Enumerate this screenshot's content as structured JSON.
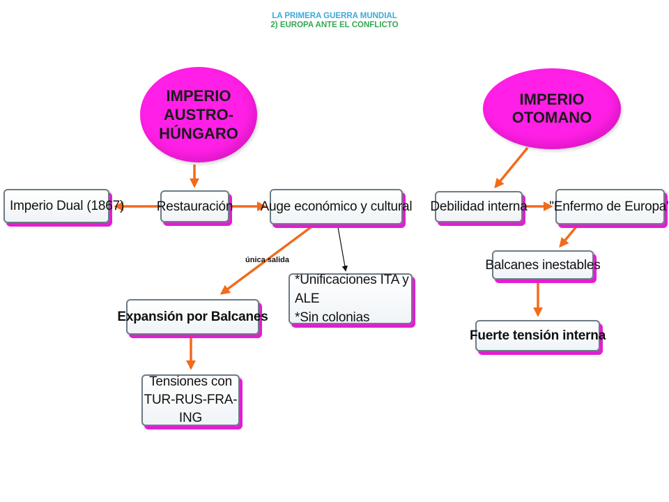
{
  "header": {
    "line1": "LA PRIMERA GUERRA MUNDIAL",
    "line2": "2) EUROPA ANTE EL CONFLICTO"
  },
  "colors": {
    "ellipse": "#ff1fe6",
    "arrow_main": "#f26a1b",
    "arrow_thin": "#111111",
    "box_shadow": "#e21ed2",
    "title_blue": "#3aa9d8",
    "title_green": "#34a853"
  },
  "nodes": {
    "austro": {
      "label": "IMPERIO\nAUSTRO-HÚNGARO"
    },
    "otomano": {
      "label": "IMPERIO OTOMANO"
    },
    "dual": {
      "label": "Imperio Dual (1867)"
    },
    "restauracion": {
      "label": "Restauración"
    },
    "auge": {
      "label": "Auge económico y cultural"
    },
    "unificaciones": {
      "label": "*Unificaciones ITA y ALE\n*Sin colonias"
    },
    "expansion": {
      "label": "Expansión por Balcanes"
    },
    "tensiones": {
      "label": "Tensiones con\nTUR-RUS-FRA-ING"
    },
    "debilidad": {
      "label": "Debilidad interna"
    },
    "enfermo": {
      "label": "\"Enfermo de Europa\""
    },
    "balcanes": {
      "label": "Balcanes inestables"
    },
    "fuerte": {
      "label": "Fuerte tensión interna"
    }
  },
  "links": {
    "unica_salida": "única salida"
  }
}
